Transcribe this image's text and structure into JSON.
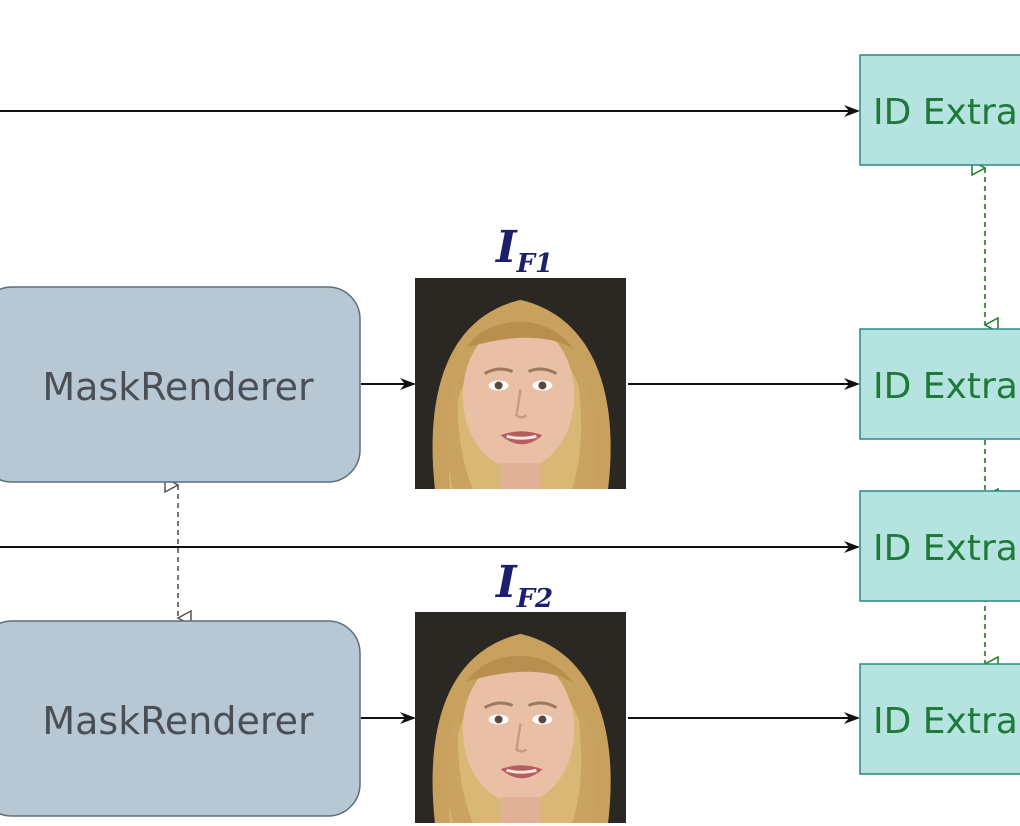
{
  "colors": {
    "mask_renderer_fill": "#b7c7d3",
    "mask_renderer_stroke": "#5c6f7c",
    "mask_renderer_text": "#4a4f55",
    "id_extractor_fill": "#b5e3e0",
    "id_extractor_stroke": "#2a8a86",
    "id_extractor_text": "#1f7a3a",
    "arrow": "#111111",
    "dashed_green": "#1f7a1f",
    "dashed_gray": "#555555",
    "face_label": "#1b1f6e"
  },
  "mask_renderers": [
    {
      "label": "MaskRenderer"
    },
    {
      "label": "MaskRenderer"
    }
  ],
  "faces": [
    {
      "symbol": "I",
      "subscript": "F1",
      "image": "face-photo"
    },
    {
      "symbol": "I",
      "subscript": "F2",
      "image": "face-photo"
    }
  ],
  "id_extractors": [
    {
      "label": "ID Extra"
    },
    {
      "label": "ID Extra"
    },
    {
      "label": "ID Extra"
    },
    {
      "label": "ID Extra"
    }
  ]
}
